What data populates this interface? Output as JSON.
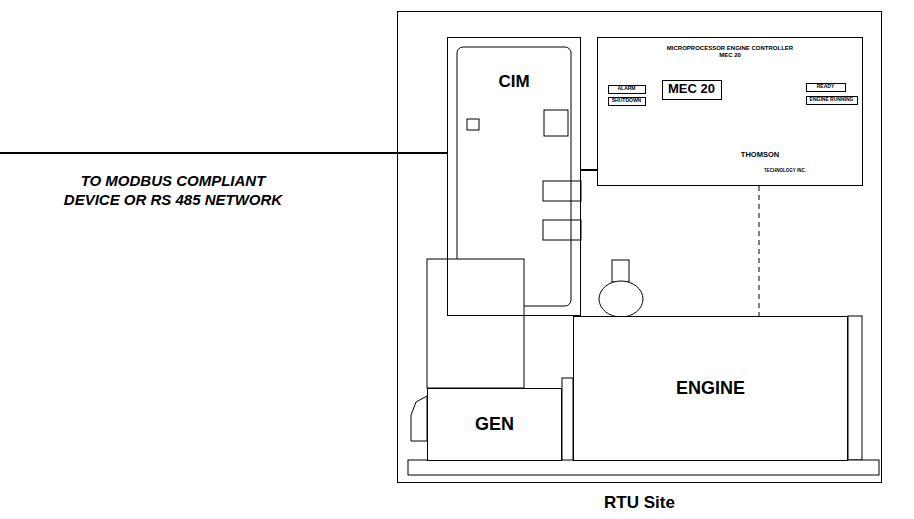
{
  "diagram": {
    "nodes": [
      {
        "text": [
          "RTU Site"
        ]
      },
      {
        "text": [
          "CIM"
        ],
        "in": 0
      },
      {
        "text": [
          "MICROPROCESSOR ENGINE CONTROLLER MEC 20"
        ],
        "in": 0
      },
      {
        "text": [
          "ALARM"
        ],
        "in": 2
      },
      {
        "text": [
          "SHUTDOWN"
        ],
        "in": 2
      },
      {
        "text": [
          "MEC 20"
        ],
        "in": 2
      },
      {
        "text": [
          "READY"
        ],
        "in": 2
      },
      {
        "text": [
          "ENGINE RUNNING"
        ],
        "in": 2
      },
      {
        "text": [
          "GEN"
        ],
        "in": 0
      },
      {
        "text": [
          "ENGINE"
        ],
        "in": 0
      }
    ],
    "edges": [
      {
        "from": 1,
        "to": 2,
        "arrow": "none"
      },
      {
        "from": 2,
        "to": 9,
        "arrow": "none"
      }
    ],
    "labels": [
      "TO MODBUS COMPLIANT DEVICE OR RS 485 NETWORK",
      "THOMSON",
      "TECHNOLOGY INC."
    ]
  }
}
